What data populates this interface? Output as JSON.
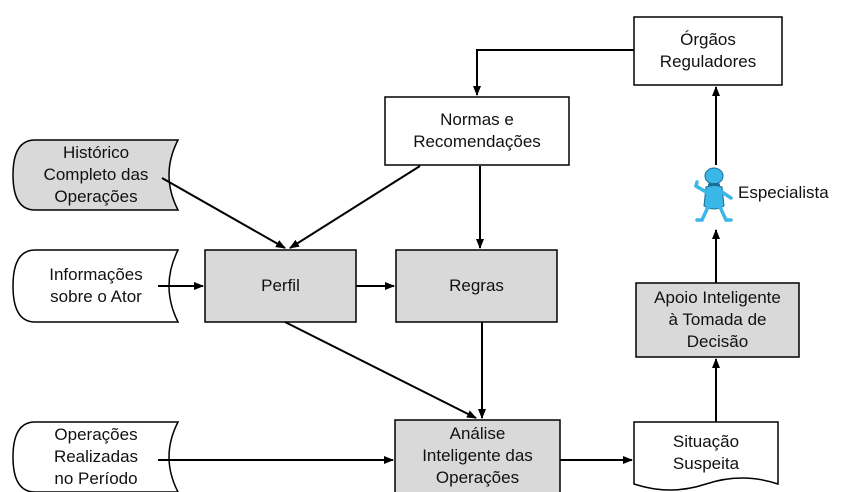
{
  "nodes": {
    "historico": {
      "lines": [
        "Histórico",
        "Completo das",
        "Operações"
      ]
    },
    "informacoes": {
      "lines": [
        "Informações",
        "sobre o Ator"
      ]
    },
    "operacoes": {
      "lines": [
        "Operações",
        "Realizadas",
        "no Período"
      ]
    },
    "normas": {
      "lines": [
        "Normas e",
        "Recomendações"
      ]
    },
    "orgaos": {
      "lines": [
        "Órgãos",
        "Reguladores"
      ]
    },
    "perfil": {
      "lines": [
        "Perfil"
      ]
    },
    "regras": {
      "lines": [
        "Regras"
      ]
    },
    "analise": {
      "lines": [
        "Análise",
        "Inteligente das",
        "Operações"
      ]
    },
    "situacao": {
      "lines": [
        "Situação",
        "Suspeita"
      ]
    },
    "apoio": {
      "lines": [
        "Apoio Inteligente",
        "à Tomada de",
        "Decisão"
      ]
    },
    "especialista": {
      "lines": [
        "Especialista"
      ]
    }
  },
  "colors": {
    "process_fill": "#d9d9d9",
    "store_fill": "#d9d9d9",
    "box_fill": "#ffffff",
    "stroke": "#000000",
    "actor_blue": "#3ab6e8"
  }
}
